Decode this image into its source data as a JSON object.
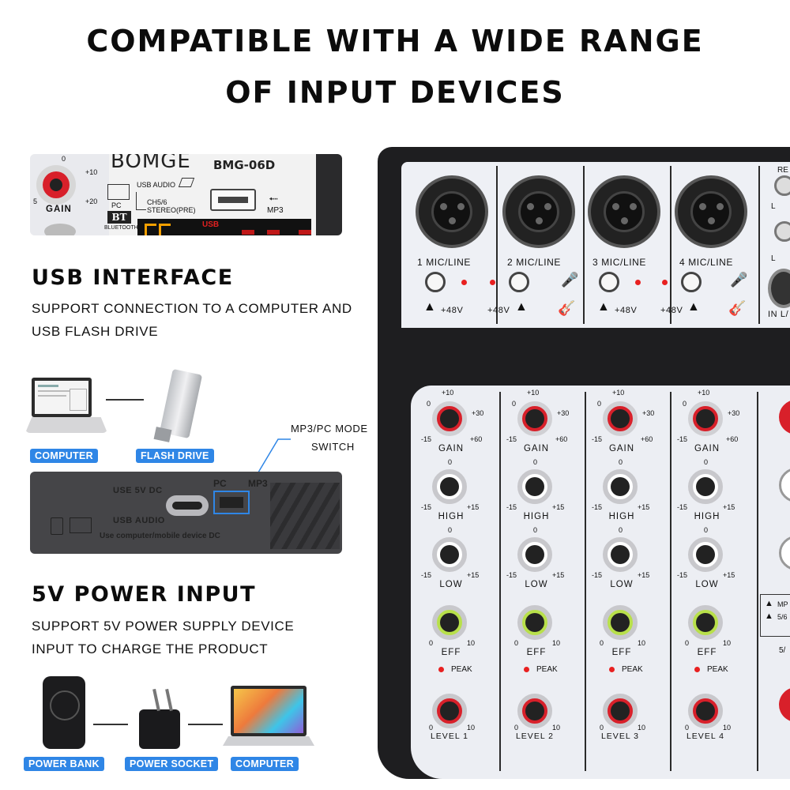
{
  "headline": {
    "line1": "COMPATIBLE WITH A WIDE RANGE",
    "line2": "OF INPUT DEVICES"
  },
  "inset_top": {
    "brand": "BOMGE",
    "model": "BMG-06D",
    "gain_label": "GAIN",
    "gain_ticks": [
      "0",
      "+10",
      "+20",
      "5"
    ],
    "pc_label": "PC",
    "bt_label": "BT",
    "bluetooth_label": "BLUETOOTH",
    "usb_audio_label": "USB AUDIO",
    "ch56_label": "CH5/6",
    "stereo_label": "STEREO(PRE)",
    "mp3_label": "MP3",
    "usb_display_label": "USB"
  },
  "usb_section": {
    "title": "USB INTERFACE",
    "desc_line1": "SUPPORT CONNECTION TO A COMPUTER AND",
    "desc_line2": "USB FLASH DRIVE",
    "badge_computer": "COMPUTER",
    "badge_flash": "FLASH DRIVE"
  },
  "callout": {
    "line1": "MP3/PC MODE",
    "line2": "SWITCH"
  },
  "inset_bottom": {
    "usb5v_label": "USE 5V DC",
    "usb_audio_label": "USB AUDIO",
    "pc_label": "PC",
    "mp3_label": "MP3",
    "note": "Use computer/mobile device DC"
  },
  "power_section": {
    "title": "5V POWER INPUT",
    "desc_line1": "SUPPORT 5V POWER SUPPLY DEVICE",
    "desc_line2": "INPUT TO CHARGE THE PRODUCT",
    "badge_bank": "POWER BANK",
    "badge_socket": "POWER SOCKET",
    "badge_computer": "COMPUTER"
  },
  "mixer": {
    "channels": [
      {
        "mic_label": "1 MIC/LINE",
        "phantom": "+48V",
        "level_label": "LEVEL 1"
      },
      {
        "mic_label": "2 MIC/LINE",
        "phantom": "+48V",
        "level_label": "LEVEL 2"
      },
      {
        "mic_label": "3 MIC/LINE",
        "phantom": "+48V",
        "level_label": "LEVEL 3"
      },
      {
        "mic_label": "4 MIC/LINE",
        "phantom": "+48V",
        "level_label": "LEVEL 4"
      }
    ],
    "gain_label": "GAIN",
    "gain_ticks": {
      "min": "-15",
      "zero": "0",
      "top": "+10",
      "right": "+30",
      "max": "+60"
    },
    "high_label": "HIGH",
    "low_label": "LOW",
    "eq_ticks": {
      "min": "-15",
      "zero": "0",
      "max": "+15"
    },
    "eff_label": "EFF",
    "eff_ticks": {
      "min": "0",
      "max": "10"
    },
    "peak_label": "PEAK",
    "level_ticks": {
      "min": "0",
      "max": "10"
    },
    "side_labels": {
      "re": "RE",
      "l1": "L",
      "l2": "L",
      "in_l": "IN L/",
      "mp": "MP",
      "ratio": "5/6",
      "slash": "5/"
    }
  },
  "colors": {
    "badge": "#2f86e6",
    "callout_line": "#2f86e6",
    "gain_knob": "#d8202a",
    "eff_knob": "#b8e04a",
    "eq_knob": "#ffffff"
  }
}
